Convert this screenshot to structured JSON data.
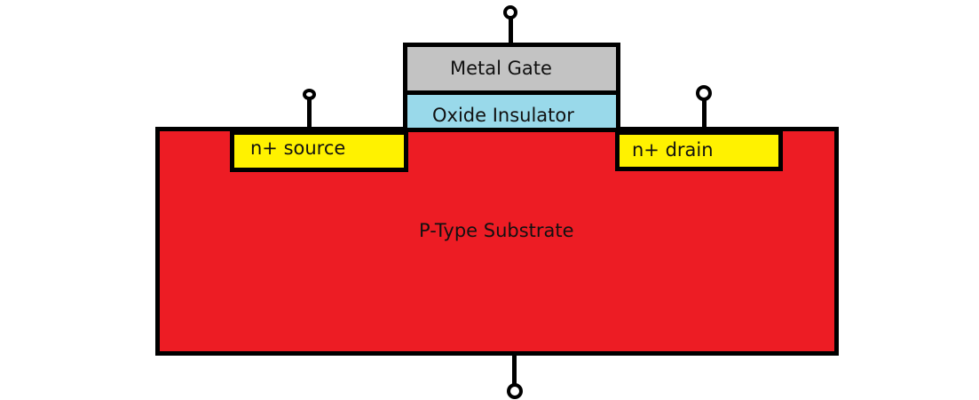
{
  "diagram": {
    "title": "MOSFET cross-section",
    "colors": {
      "substrate": "#ed1c24",
      "diffusion": "#fff200",
      "oxide": "#99d9ea",
      "gate": "#c3c3c3",
      "outline": "#000000"
    },
    "regions": {
      "gate": "Metal Gate",
      "oxide": "Oxide Insulator",
      "source": "n+ source",
      "drain": "n+ drain",
      "substrate": "P-Type Substrate"
    },
    "terminals": [
      "gate",
      "source",
      "drain",
      "body"
    ]
  }
}
